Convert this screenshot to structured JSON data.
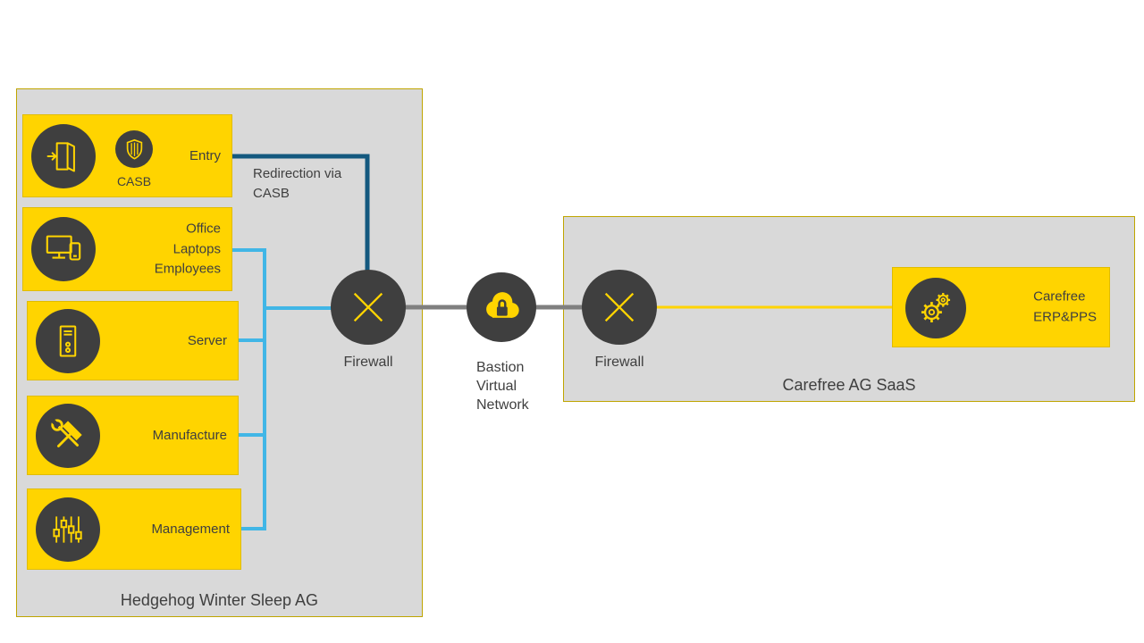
{
  "zones": {
    "hedgehog": {
      "label": "Hedgehog  Winter Sleep AG"
    },
    "carefree": {
      "label": "Carefree AG SaaS"
    }
  },
  "left_nodes": [
    {
      "label": "Entry",
      "badge": "CASB",
      "icon": "door-exit-icon"
    },
    {
      "label": "Office\nLaptops\nEmployees",
      "icon": "devices-icon"
    },
    {
      "label": "Server",
      "icon": "server-tower-icon"
    },
    {
      "label": "Manufacture",
      "icon": "tools-icon"
    },
    {
      "label": "Management",
      "icon": "sliders-icon"
    }
  ],
  "firewalls": {
    "left_label": "Firewall",
    "right_label": "Firewall"
  },
  "bastion": {
    "label": "Bastion\nVirtual\nNetwork",
    "icon": "cloud-lock-icon"
  },
  "erp_node": {
    "label": "Carefree\nERP&PPS",
    "icon": "gears-icon"
  },
  "annotations": {
    "redirection": "Redirection via\nCASB"
  },
  "colors": {
    "node_yellow": "#FFD400",
    "dark_gray": "#3F3F3F",
    "zone_fill": "#D9D9D9",
    "zone_border": "#BFA500",
    "line_light_blue": "#41B6E6",
    "line_dark_blue": "#14597F",
    "line_gray": "#7F7F7F",
    "line_yellow": "#FFD400",
    "text": "#3F3F3F"
  }
}
